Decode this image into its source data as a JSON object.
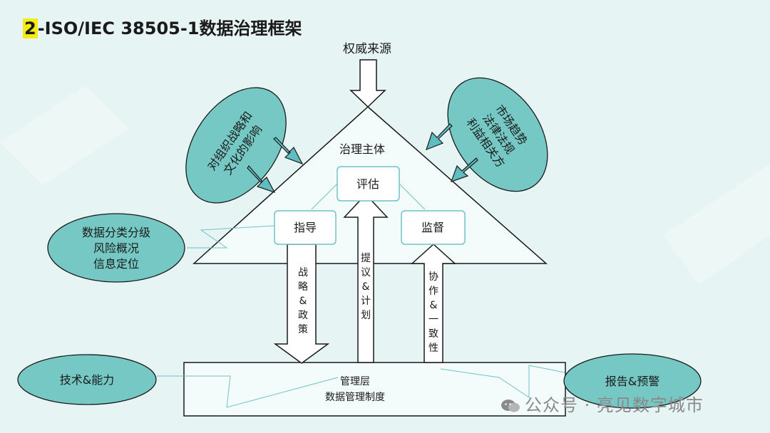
{
  "title": {
    "number": "2",
    "text": "-ISO/IEC 38505-1数据治理框架"
  },
  "authority": "权威来源",
  "governance_body": "治理主体",
  "boxes": {
    "evaluate": "评估",
    "direct": "指导",
    "monitor": "监督"
  },
  "arrows": {
    "strategy": [
      "战",
      "略",
      "&",
      "政",
      "策"
    ],
    "proposal": [
      "提",
      "议",
      "&",
      "计",
      "划"
    ],
    "conformance": [
      "协",
      "作",
      "&",
      "一",
      "致",
      "性"
    ]
  },
  "management": {
    "line1": "管理层",
    "line2": "数据管理制度"
  },
  "ellipses": {
    "org_culture": [
      "对组织战略和",
      "文化的影响"
    ],
    "market": [
      "市场趋势",
      "法律法规",
      "利益相关方"
    ],
    "data_class": [
      "数据分类分级",
      "风险概况",
      "信息定位"
    ],
    "tech": "技术&能力",
    "report": "报告&预警"
  },
  "watermark": "公众号 · 亮见数字城市",
  "colors": {
    "ellipse_fill": "#76c8c4",
    "arrow_fill": "#5fbcc0",
    "line": "#1a1a1a",
    "highlight": "#f4ea16",
    "background": "#e6f4f3"
  }
}
